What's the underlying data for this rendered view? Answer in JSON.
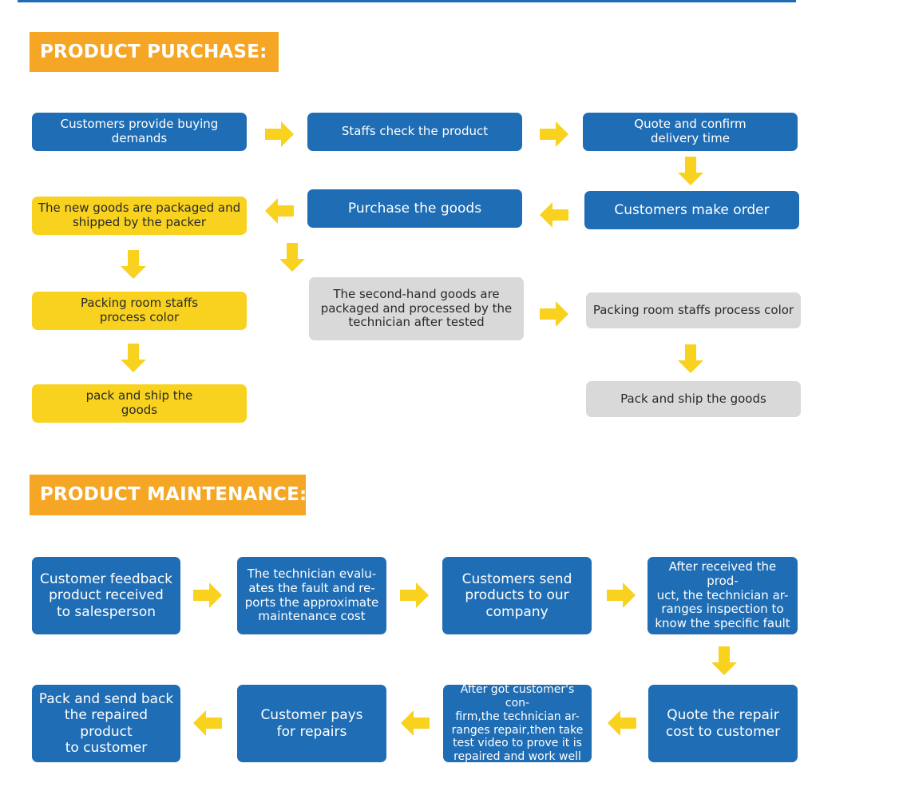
{
  "purchase": {
    "heading": "PRODUCT PURCHASE:",
    "steps": {
      "customers_provide_demands": "Customers provide buying\ndemands",
      "staffs_check_product": "Staffs check the product",
      "quote_confirm_delivery": "Quote and confirm\ndelivery time",
      "customers_make_order": "Customers make order",
      "purchase_goods": "Purchase the goods",
      "new_goods_packaged": "The new goods are packaged and\nshipped by the packer",
      "packing_room_new": "Packing room staffs\nprocess color",
      "pack_ship_new": "pack and ship the\ngoods",
      "secondhand_processed": "The second-hand goods are\npackaged and processed by the\ntechnician after tested",
      "packing_room_secondhand": "Packing room staffs process color",
      "pack_ship_secondhand": "Pack and ship the goods"
    }
  },
  "maintenance": {
    "heading": "PRODUCT MAINTENANCE:",
    "steps": {
      "customer_feedback": "Customer feedback\nproduct received\nto salesperson",
      "technician_evaluates": "The technician evalu-\nates the fault and re-\nports the approximate\nmaintenance cost",
      "customers_send_products": "Customers send\nproducts to our\ncompany",
      "after_received_inspection": "After received the prod-\nuct, the technician ar-\nranges inspection to\nknow the specific fault",
      "quote_repair_cost": "Quote the repair\ncost to customer",
      "after_confirm_repair": "After got customer's con-\nfirm,the technician ar-\nranges repair,then take\ntest video to prove it is\nrepaired and work well",
      "customer_pays": "Customer pays\nfor repairs",
      "pack_send_back": "Pack and send back\nthe repaired product\nto customer"
    }
  },
  "colors": {
    "blue": "#1f6db5",
    "yellow": "#f8d21f",
    "gray": "#d9d9d9",
    "orange": "#f5a624"
  },
  "icons": {
    "right": "arrow-right-icon",
    "left": "arrow-left-icon",
    "down": "arrow-down-icon"
  }
}
